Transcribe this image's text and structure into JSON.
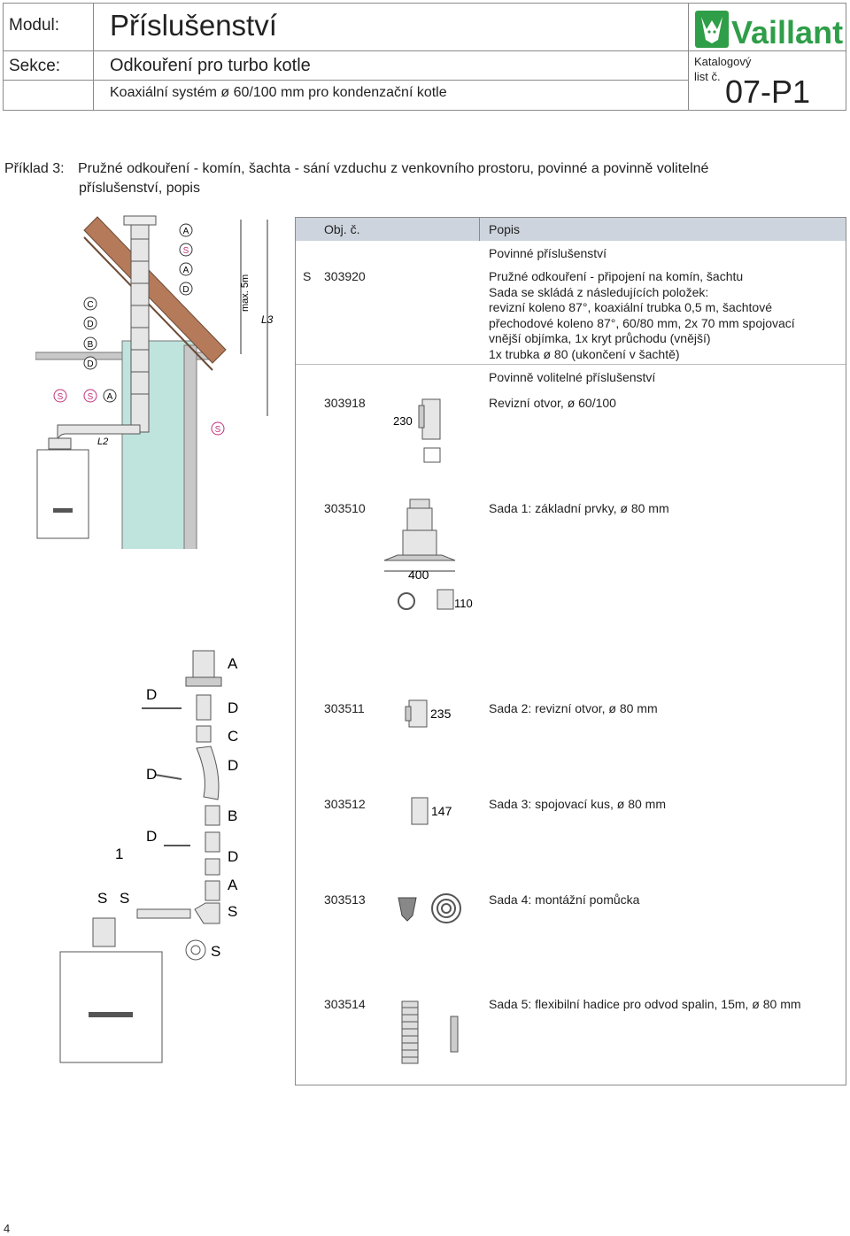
{
  "header": {
    "modul_label": "Modul:",
    "modul_value": "Příslušenství",
    "sekce_label": "Sekce:",
    "sekce_value": "Odkouření pro turbo kotle",
    "subtitle": "Koaxiální systém ø 60/100 mm pro kondenzační kotle",
    "brand": "Vaillant",
    "catalog_label_1": "Katalogový",
    "catalog_label_2": "list č.",
    "catalog_number": "07-P1"
  },
  "intro": {
    "label": "Příklad 3:",
    "line1": "Pružné odkouření - komín, šachta - sání vzduchu z venkovního prostoru, povinné a povinně volitelné",
    "line2": "příslušenství, popis"
  },
  "diagram_top": {
    "labels_col1": [
      "C",
      "D",
      "B",
      "D"
    ],
    "labels_col2": [
      "A",
      "S",
      "A",
      "D"
    ],
    "bottom_labels": [
      "S",
      "S",
      "A"
    ],
    "right_label_s": "S",
    "max_label": "max. 5m",
    "l3": "L3",
    "l2": "L2"
  },
  "diagram_bottom": {
    "right_labels": [
      "A",
      "D",
      "C",
      "D",
      "B",
      "D",
      "A",
      "S"
    ],
    "left_labels": [
      "D",
      "D",
      "D",
      "1"
    ],
    "s_labels": [
      "S",
      "S"
    ],
    "ring_label": "S"
  },
  "table": {
    "col_obj": "Obj. č.",
    "col_popis": "Popis",
    "section_mandatory": "Povinné příslušenství",
    "section_optional": "Povinně volitelné příslušenství",
    "rows": [
      {
        "marker": "S",
        "code": "303920",
        "desc": [
          "Pružné odkouření - připojení na komín, šachtu",
          "Sada se skládá z následujících položek:",
          "revizní koleno 87°, koaxiální trubka 0,5 m, šachtové",
          "přechodové koleno 87°, 60/80 mm, 2x 70 mm spojovací",
          "vnější objímka, 1x kryt průchodu (vnější)",
          "1x trubka ø 80 (ukončení v šachtě)"
        ]
      },
      {
        "code": "303918",
        "desc": [
          "Revizní otvor, ø 60/100"
        ],
        "dim": "230"
      },
      {
        "code": "303510",
        "desc": [
          "Sada 1:  základní prvky, ø 80 mm"
        ],
        "dim1": "400",
        "dim2": "110"
      },
      {
        "code": "303511",
        "desc": [
          "Sada 2:  revizní otvor, ø 80 mm"
        ],
        "dim": "235"
      },
      {
        "code": "303512",
        "desc": [
          "Sada 3:  spojovací kus, ø 80 mm"
        ],
        "dim": "147"
      },
      {
        "code": "303513",
        "desc": [
          "Sada 4:  montážní pomůcka"
        ]
      },
      {
        "code": "303514",
        "desc": [
          "Sada 5:  flexibilní hadice pro odvod spalin, 15m, ø 80 mm"
        ]
      }
    ]
  },
  "page_number": "4",
  "colors": {
    "brand_green": "#2f9e49",
    "header_gray": "#cdd4dd",
    "chimney_blue": "#bfe3dd",
    "label_magenta": "#c0307a",
    "roof_brown": "#b57a5a"
  }
}
